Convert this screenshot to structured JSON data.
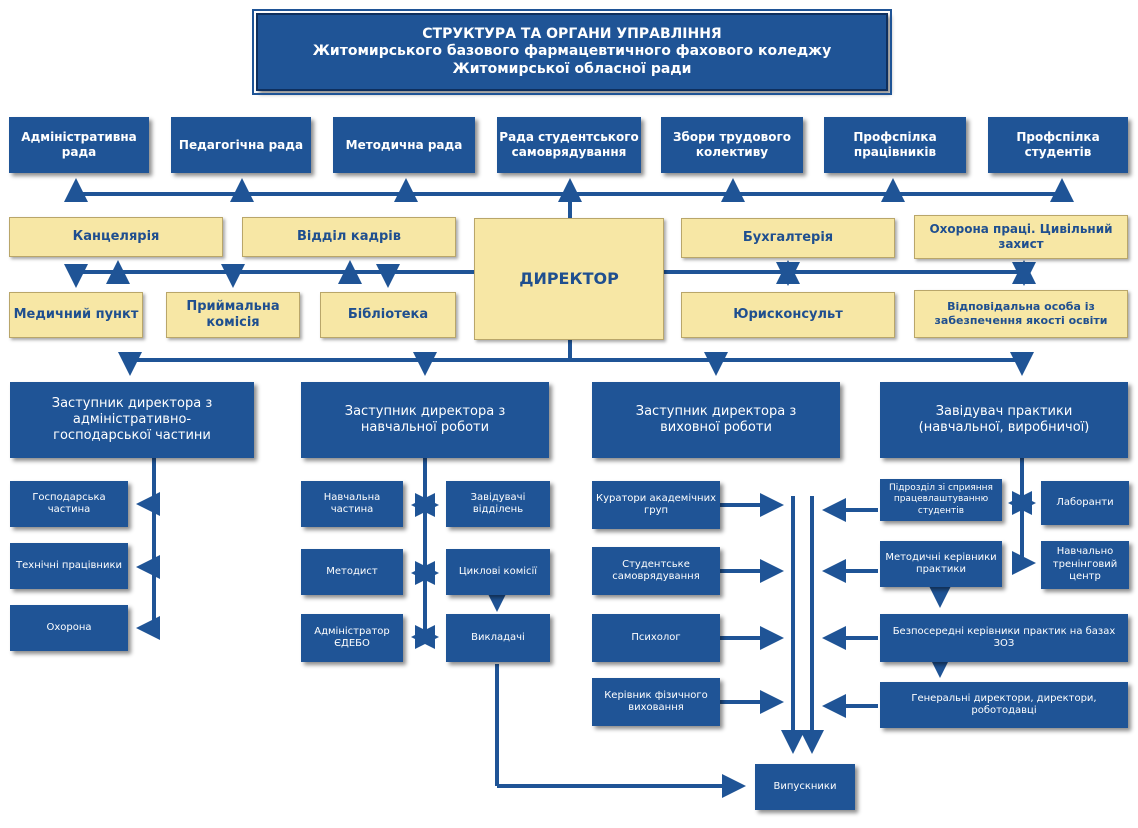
{
  "title": {
    "line1": "СТРУКТУРА ТА ОРГАНИ УПРАВЛІННЯ",
    "line2": "Житомирського базового фармацевтичного фахового коледжу",
    "line3": "Житомирської обласної ради"
  },
  "councils": [
    "Адміністративна рада",
    "Педагогічна рада",
    "Методична рада",
    "Рада студентського самоврядування",
    "Збори трудового колективу",
    "Профспілка працівників",
    "Профспілка студентів"
  ],
  "director": "ДИРЕКТОР",
  "units": {
    "chancellery": "Канцелярія",
    "hr": "Відділ кадрів",
    "accounting": "Бухгалтерія",
    "labor_safety": "Охорона праці. Цивільний захист",
    "medical": "Медичний пункт",
    "admission": "Приймальна комісія",
    "library": "Бібліотека",
    "legal": "Юрисконсульт",
    "quality": "Відповідальна особа із забезпечення якості освіти"
  },
  "deputies": {
    "admin": "Заступник директора з адміністративно-господарської частини",
    "education": "Заступник директора з навчальної роботи",
    "upbringing": "Заступник директора з виховної роботи",
    "practice": "Завідувач практики (навчальної, виробничої)"
  },
  "admin_subs": [
    "Господарська частина",
    "Технічні працівники",
    "Охорона"
  ],
  "edu_subs": {
    "academic": "Навчальна частина",
    "methodist": "Методист",
    "edebo": "Адміністратор ЄДЕБО",
    "dept_heads": "Завідувачі відділень",
    "cycle": "Циклові комісії",
    "teachers": "Викладачі"
  },
  "upbr_subs": [
    "Куратори академічних груп",
    "Студентське самоврядування",
    "Психолог",
    "Керівник фізичного виховання"
  ],
  "practice_subs": {
    "employment": "Підрозділ зі сприяння працевлаштуванню студентів",
    "lab": "Лаборанти",
    "methodical": "Методичні керівники практики",
    "training": "Навчально тренінговий центр",
    "direct": "Безпосередні керівники практик на базах ЗОЗ",
    "directors": "Генеральні директори, директори, роботодавці"
  },
  "graduates": "Випускники",
  "colors": {
    "blue": "#1f5496",
    "yellow": "#f7e7a5",
    "line": "#1f5496"
  }
}
